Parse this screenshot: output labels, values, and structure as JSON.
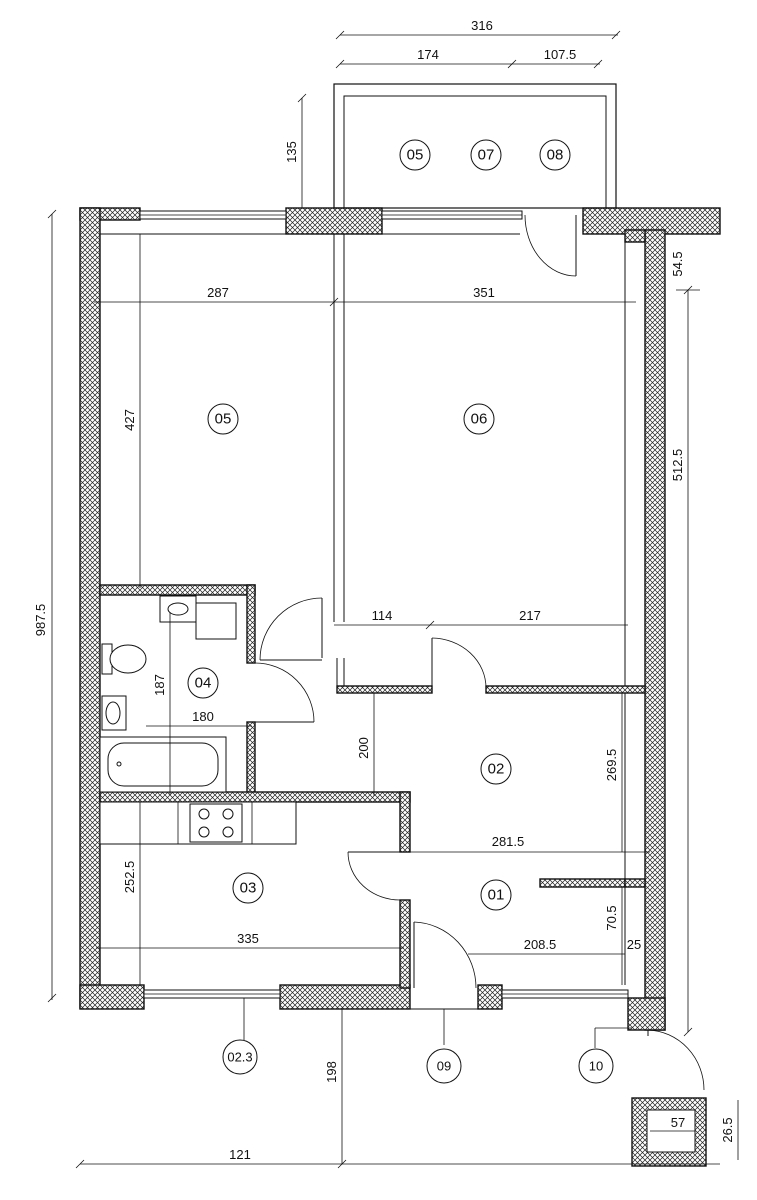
{
  "rooms": [
    {
      "id": "05"
    },
    {
      "id": "06"
    },
    {
      "id": "04"
    },
    {
      "id": "02"
    },
    {
      "id": "03"
    },
    {
      "id": "01"
    }
  ],
  "balcony_labels": [
    "05",
    "07",
    "08"
  ],
  "reference_markers": [
    "02.3",
    "09",
    "10"
  ],
  "dimensions": {
    "top_total": "316",
    "top_left": "174",
    "top_right": "107.5",
    "balcony_depth": "135",
    "room05_width": "287",
    "room06_width": "351",
    "room05_height": "427",
    "right_top_offset": "54.5",
    "right_height": "512.5",
    "overall_height": "987.5",
    "room06_lower_left": "114",
    "room06_lower_right": "217",
    "bath_height": "187",
    "bath_width": "180",
    "hall_height": "200",
    "room02_height": "269.5",
    "room01_width": "281.5",
    "kitchen_height": "252.5",
    "kitchen_width": "335",
    "room01_bottom": "208.5",
    "room01_lower_height": "70.5",
    "room01_offset": "25",
    "entry_offset": "198",
    "bottom_total": "121",
    "shaft_width": "57",
    "shaft_height": "26.5"
  }
}
